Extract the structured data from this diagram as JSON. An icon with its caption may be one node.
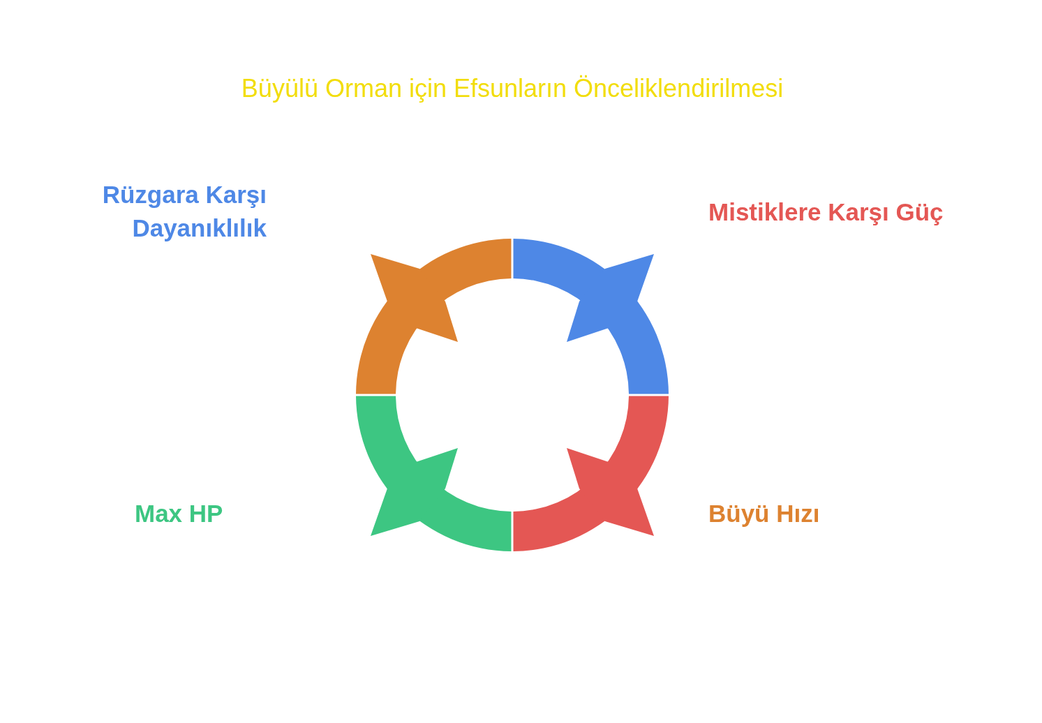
{
  "diagram": {
    "title": "Büyülü Orman için Efsunların Önceliklendirilmesi",
    "nodes": [
      {
        "text": [],
        "shape": "arc"
      },
      {
        "text": [],
        "shape": "arc"
      },
      {
        "text": [],
        "shape": "arc"
      },
      {
        "text": [],
        "shape": "arc"
      }
    ],
    "labels": [
      "Rüzgara Karşı Dayanıklılık",
      "Mistiklere Karşı Güç",
      "Max HP",
      "Büyü Hızı"
    ]
  }
}
